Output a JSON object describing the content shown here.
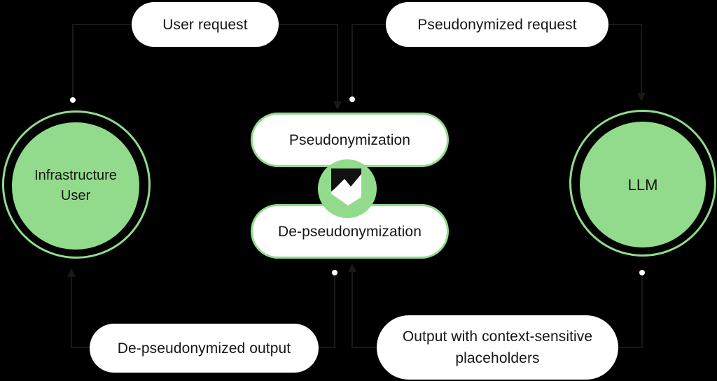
{
  "pills": {
    "user_request": "User request",
    "pseudonymized_request": "Pseudonymized request",
    "pseudonymization": "Pseudonymization",
    "de_pseudonymization": "De-pseudonymization",
    "de_pseudonymized_output": "De-pseudonymized output",
    "output_with_placeholders": "Output with context-sensitive placeholders"
  },
  "nodes": {
    "infrastructure_user": {
      "line1": "Infrastructure",
      "line2": "User"
    },
    "llm": {
      "label": "LLM"
    }
  },
  "icons": {
    "center_logo": "shield-check-icon"
  },
  "colors": {
    "background": "#000000",
    "node_green": "#92DB8C",
    "pill_background": "#FFFFFF",
    "pill_border_green": "#92DB8C",
    "text": "#161616",
    "connector": "#191919",
    "connector_dot": "#FFFFFF",
    "logo_shield_dark": "#111111",
    "logo_check_white": "#FFFFFF"
  }
}
